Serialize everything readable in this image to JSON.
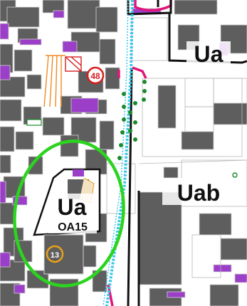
{
  "map": {
    "labels": {
      "zone_top_right": "Ua",
      "zone_center_left": "Ua",
      "zone_right": "Uab",
      "sub_zone": "OA15",
      "marker_red": "48",
      "marker_orange": "13"
    },
    "colors": {
      "building_gray": "#5e5e5e",
      "building_purple": "#9b3fc8",
      "parcel_outline": "#b8b8b8",
      "zone_border_magenta": "#e0157a",
      "railway_cyan": "#37c7e9",
      "zone_boundary_black": "#111111",
      "highlight_ellipse_green": "#2bd41f",
      "tree_dots_green": "#1b8a2b",
      "marker_red": "#d62020",
      "marker_orange": "#e8a21a",
      "hatch_orange": "#f08a24"
    }
  }
}
